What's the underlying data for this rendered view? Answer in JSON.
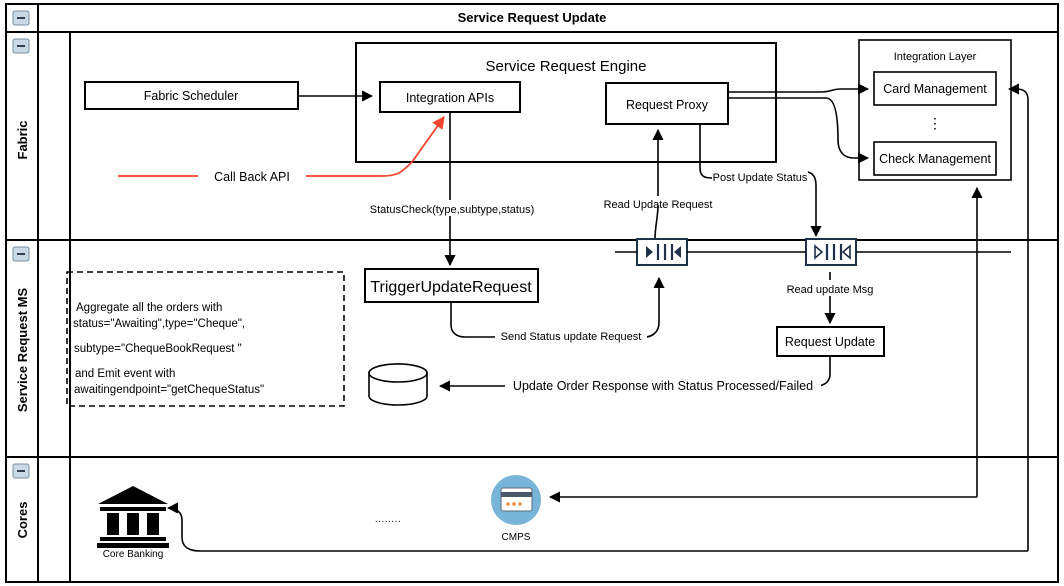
{
  "header": {
    "title": "Service Request Update",
    "collapse_icon": "minus-collapse-icon"
  },
  "lanes": [
    {
      "id": "fabric",
      "label": "Fabric",
      "collapse_icon": "minus-collapse-icon"
    },
    {
      "id": "service-request-ms",
      "label": "Service Request MS",
      "collapse_icon": "minus-collapse-icon"
    },
    {
      "id": "cores",
      "label": "Cores",
      "collapse_icon": "minus-collapse-icon"
    }
  ],
  "fabric": {
    "scheduler": {
      "label": "Fabric Scheduler"
    },
    "engine": {
      "title": "Service Request Engine",
      "nodes": [
        {
          "id": "integration-apis",
          "label": "Integration APIs"
        },
        {
          "id": "request-proxy",
          "label": "Request Proxy"
        }
      ]
    },
    "integration_layer": {
      "title": "Integration Layer",
      "ellipsis": "⋮",
      "nodes": [
        {
          "id": "card-management",
          "label": "Card Management"
        },
        {
          "id": "check-management",
          "label": "Check Management"
        }
      ]
    },
    "edge_labels": {
      "callback": "Call Back API",
      "status_check": "StatusCheck(type,subtype,status)",
      "read_update_request": "Read Update Request",
      "post_update_status": "Post Update Status"
    },
    "callback_color": "#f4452f"
  },
  "service_request_ms": {
    "note": {
      "lines": [
        "Aggregate all the orders with",
        "status=\"Awaiting\",type=\"Cheque\",",
        "",
        "subtype=\"ChequeBookRequest \"",
        "",
        "and Emit event with",
        "awaitingendpoint=\"getChequeStatus\""
      ]
    },
    "trigger": {
      "label": "TriggerUpdateRequest"
    },
    "request_update": {
      "label": "Request Update"
    },
    "database": {
      "label": "",
      "icon": "database-cylinder-icon"
    },
    "queues": [
      {
        "id": "queue-left",
        "icon": "message-queue-icon"
      },
      {
        "id": "queue-right",
        "icon": "message-queue-icon"
      }
    ],
    "edge_labels": {
      "send_status_update": "Send Status update Request",
      "read_update_msg": "Read update Msg",
      "update_order_response": "Update Order  Response with Status Processed/Failed"
    }
  },
  "cores": {
    "nodes": [
      {
        "id": "core-banking",
        "label": "Core Banking",
        "icon": "bank-icon"
      },
      {
        "id": "cmps",
        "label": "CMPS",
        "icon": "credit-card-circle-icon"
      }
    ],
    "ellipsis": "........"
  },
  "colors": {
    "stroke": "#000000",
    "accent_red": "#f4452f",
    "queue_navy": "#1f3048",
    "cmps_blue": "#76b5d8",
    "card_orange": "#f08a3c",
    "collapse_btn": "#c9d9e6"
  }
}
